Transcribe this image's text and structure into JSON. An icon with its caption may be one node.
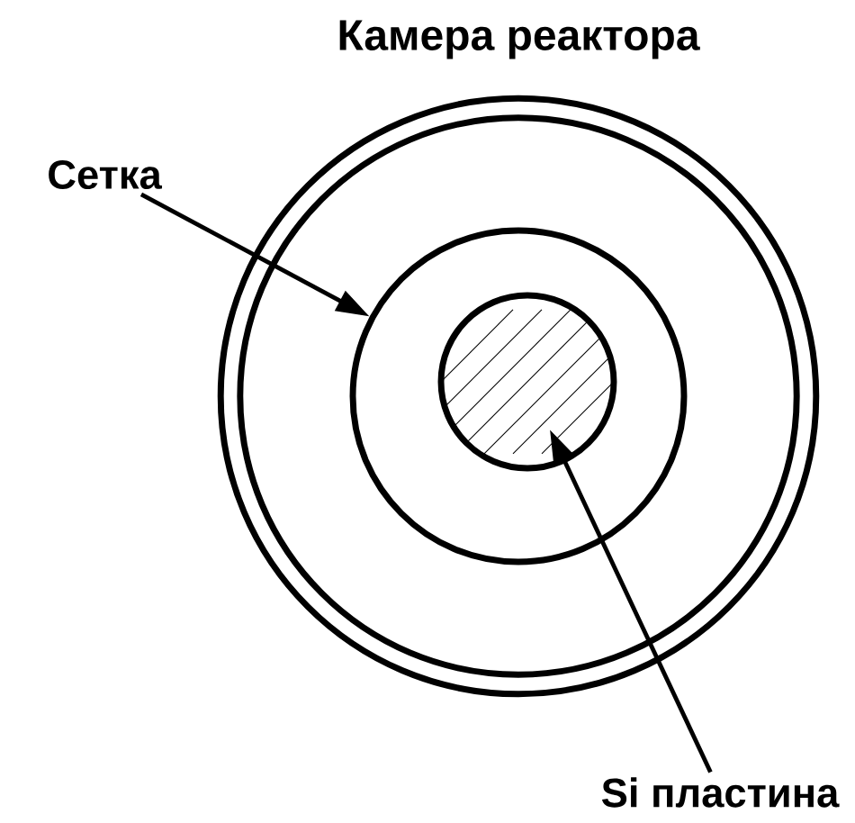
{
  "diagram": {
    "nodes": [
      {
        "text": [
          "Камера реактора"
        ]
      },
      {
        "text": [],
        "shape": "circle",
        "in": 0
      },
      {
        "text": [],
        "shape": "circle",
        "in": 1
      },
      {
        "text": [
          "Сетка"
        ]
      },
      {
        "text": [
          "Si пластина"
        ]
      }
    ],
    "edges": [
      {
        "from": 3,
        "to": 1,
        "arrow": "to"
      },
      {
        "from": 4,
        "to": 2,
        "arrow": "to"
      }
    ]
  }
}
